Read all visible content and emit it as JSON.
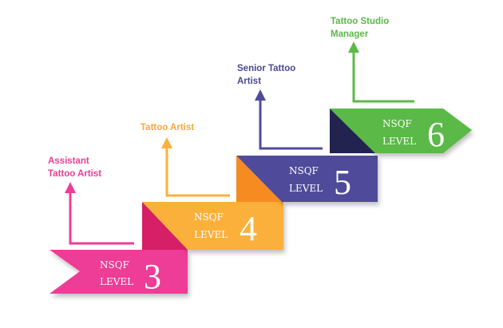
{
  "steps": [
    {
      "role_lines": [
        "Assistant",
        "Tattoo Artist"
      ],
      "nsqf_label": "NSQF",
      "level_label": "LEVEL",
      "level_number": "3",
      "color": "#ee3d96",
      "color_dark": "#c8246f",
      "text_color": "#ee3d96"
    },
    {
      "role_lines": [
        "Tattoo Artist"
      ],
      "nsqf_label": "NSQF",
      "level_label": "LEVEL",
      "level_number": "4",
      "color": "#fbb03b",
      "color_dark": "#d61f67",
      "text_color": "#f7a93a"
    },
    {
      "role_lines": [
        "Senior Tattoo",
        "Artist"
      ],
      "nsqf_label": "NSQF",
      "level_label": "LEVEL",
      "level_number": "5",
      "color": "#4f4b9a",
      "color_dark": "#f68b21",
      "text_color": "#4a4893"
    },
    {
      "role_lines": [
        "Tattoo Studio",
        "Manager"
      ],
      "nsqf_label": "NSQF",
      "level_label": "LEVEL",
      "level_number": "6",
      "color": "#5ab947",
      "color_dark": "#23234f",
      "text_color": "#5ab947"
    }
  ]
}
